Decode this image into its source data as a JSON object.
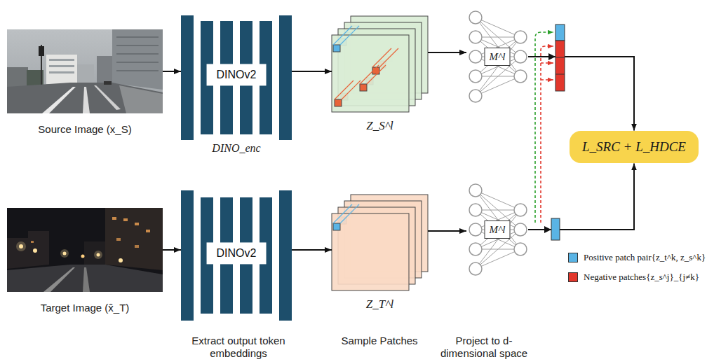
{
  "diagram": {
    "nodes": [
      {
        "text": [
          "Source Image (x_S)"
        ]
      },
      {
        "text": [
          "DINOv2",
          "DINO_enc"
        ]
      },
      {
        "text": [
          "Z_S^l"
        ]
      },
      {
        "text": [
          "M^l"
        ]
      },
      {
        "text": [
          "L_SRC + L_HDCE"
        ]
      },
      {
        "text": [
          "Target Image (x̂_T)"
        ]
      },
      {
        "text": [
          "DINOv2"
        ]
      },
      {
        "text": [
          "Z_T^l"
        ]
      },
      {
        "text": [
          "M^l"
        ]
      }
    ],
    "edges": [
      {
        "from": 0,
        "to": 1,
        "arrow": "to"
      },
      {
        "from": 1,
        "to": 2,
        "arrow": "to"
      },
      {
        "from": 2,
        "to": 3,
        "arrow": "to"
      },
      {
        "from": 3,
        "to": 4,
        "arrow": "to"
      },
      {
        "from": 5,
        "to": 6,
        "arrow": "to"
      },
      {
        "from": 6,
        "to": 7,
        "arrow": "to"
      },
      {
        "from": 7,
        "to": 8,
        "arrow": "to"
      },
      {
        "from": 8,
        "to": 4,
        "arrow": "to"
      }
    ],
    "labels": [
      "Extract output token embeddings",
      "Sample Patches",
      "Project to d-dimensional space"
    ],
    "legend": [
      {
        "text": "Positive patch pair{z_t^k, z_s^k}",
        "color": "#5ab4e5"
      },
      {
        "text": "Negative patches{z_s^j}_{j≠k}",
        "color": "#e2372c"
      }
    ]
  }
}
